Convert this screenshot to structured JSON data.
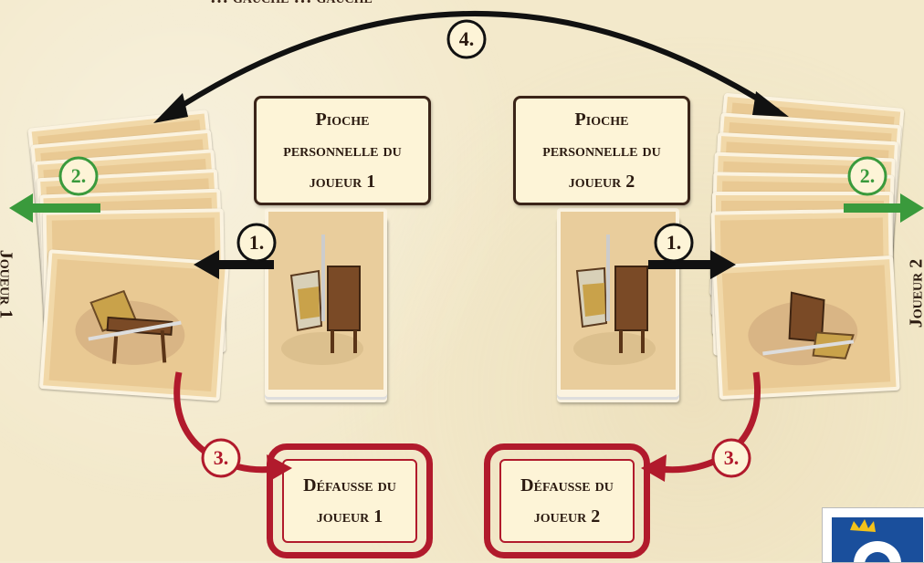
{
  "top_partial_text": "… gauche … gauche",
  "step_labels": {
    "step1": "1.",
    "step2": "2.",
    "step3": "3.",
    "step4": "4."
  },
  "pioche_p1": {
    "line1": "Pioche",
    "line2": "personnelle du",
    "line3": "joueur 1"
  },
  "pioche_p2": {
    "line1": "Pioche",
    "line2": "personnelle du",
    "line3": "joueur 2"
  },
  "defausse_p1": {
    "line1": "Défausse du",
    "line2": "joueur 1"
  },
  "defausse_p2": {
    "line1": "Défausse du",
    "line2": "joueur 2"
  },
  "player1_label": "Joueur 1",
  "player2_label": "Joueur 2",
  "colors": {
    "black_arrow": "#111111",
    "green_arrow": "#3a9a3c",
    "red_arrow": "#b11a2c",
    "card_fill": "#f1d8a8",
    "background": "#f3e9cb"
  },
  "icons": {
    "card_art": "weapon-rack-icon",
    "logo": "publisher-logo-icon"
  }
}
